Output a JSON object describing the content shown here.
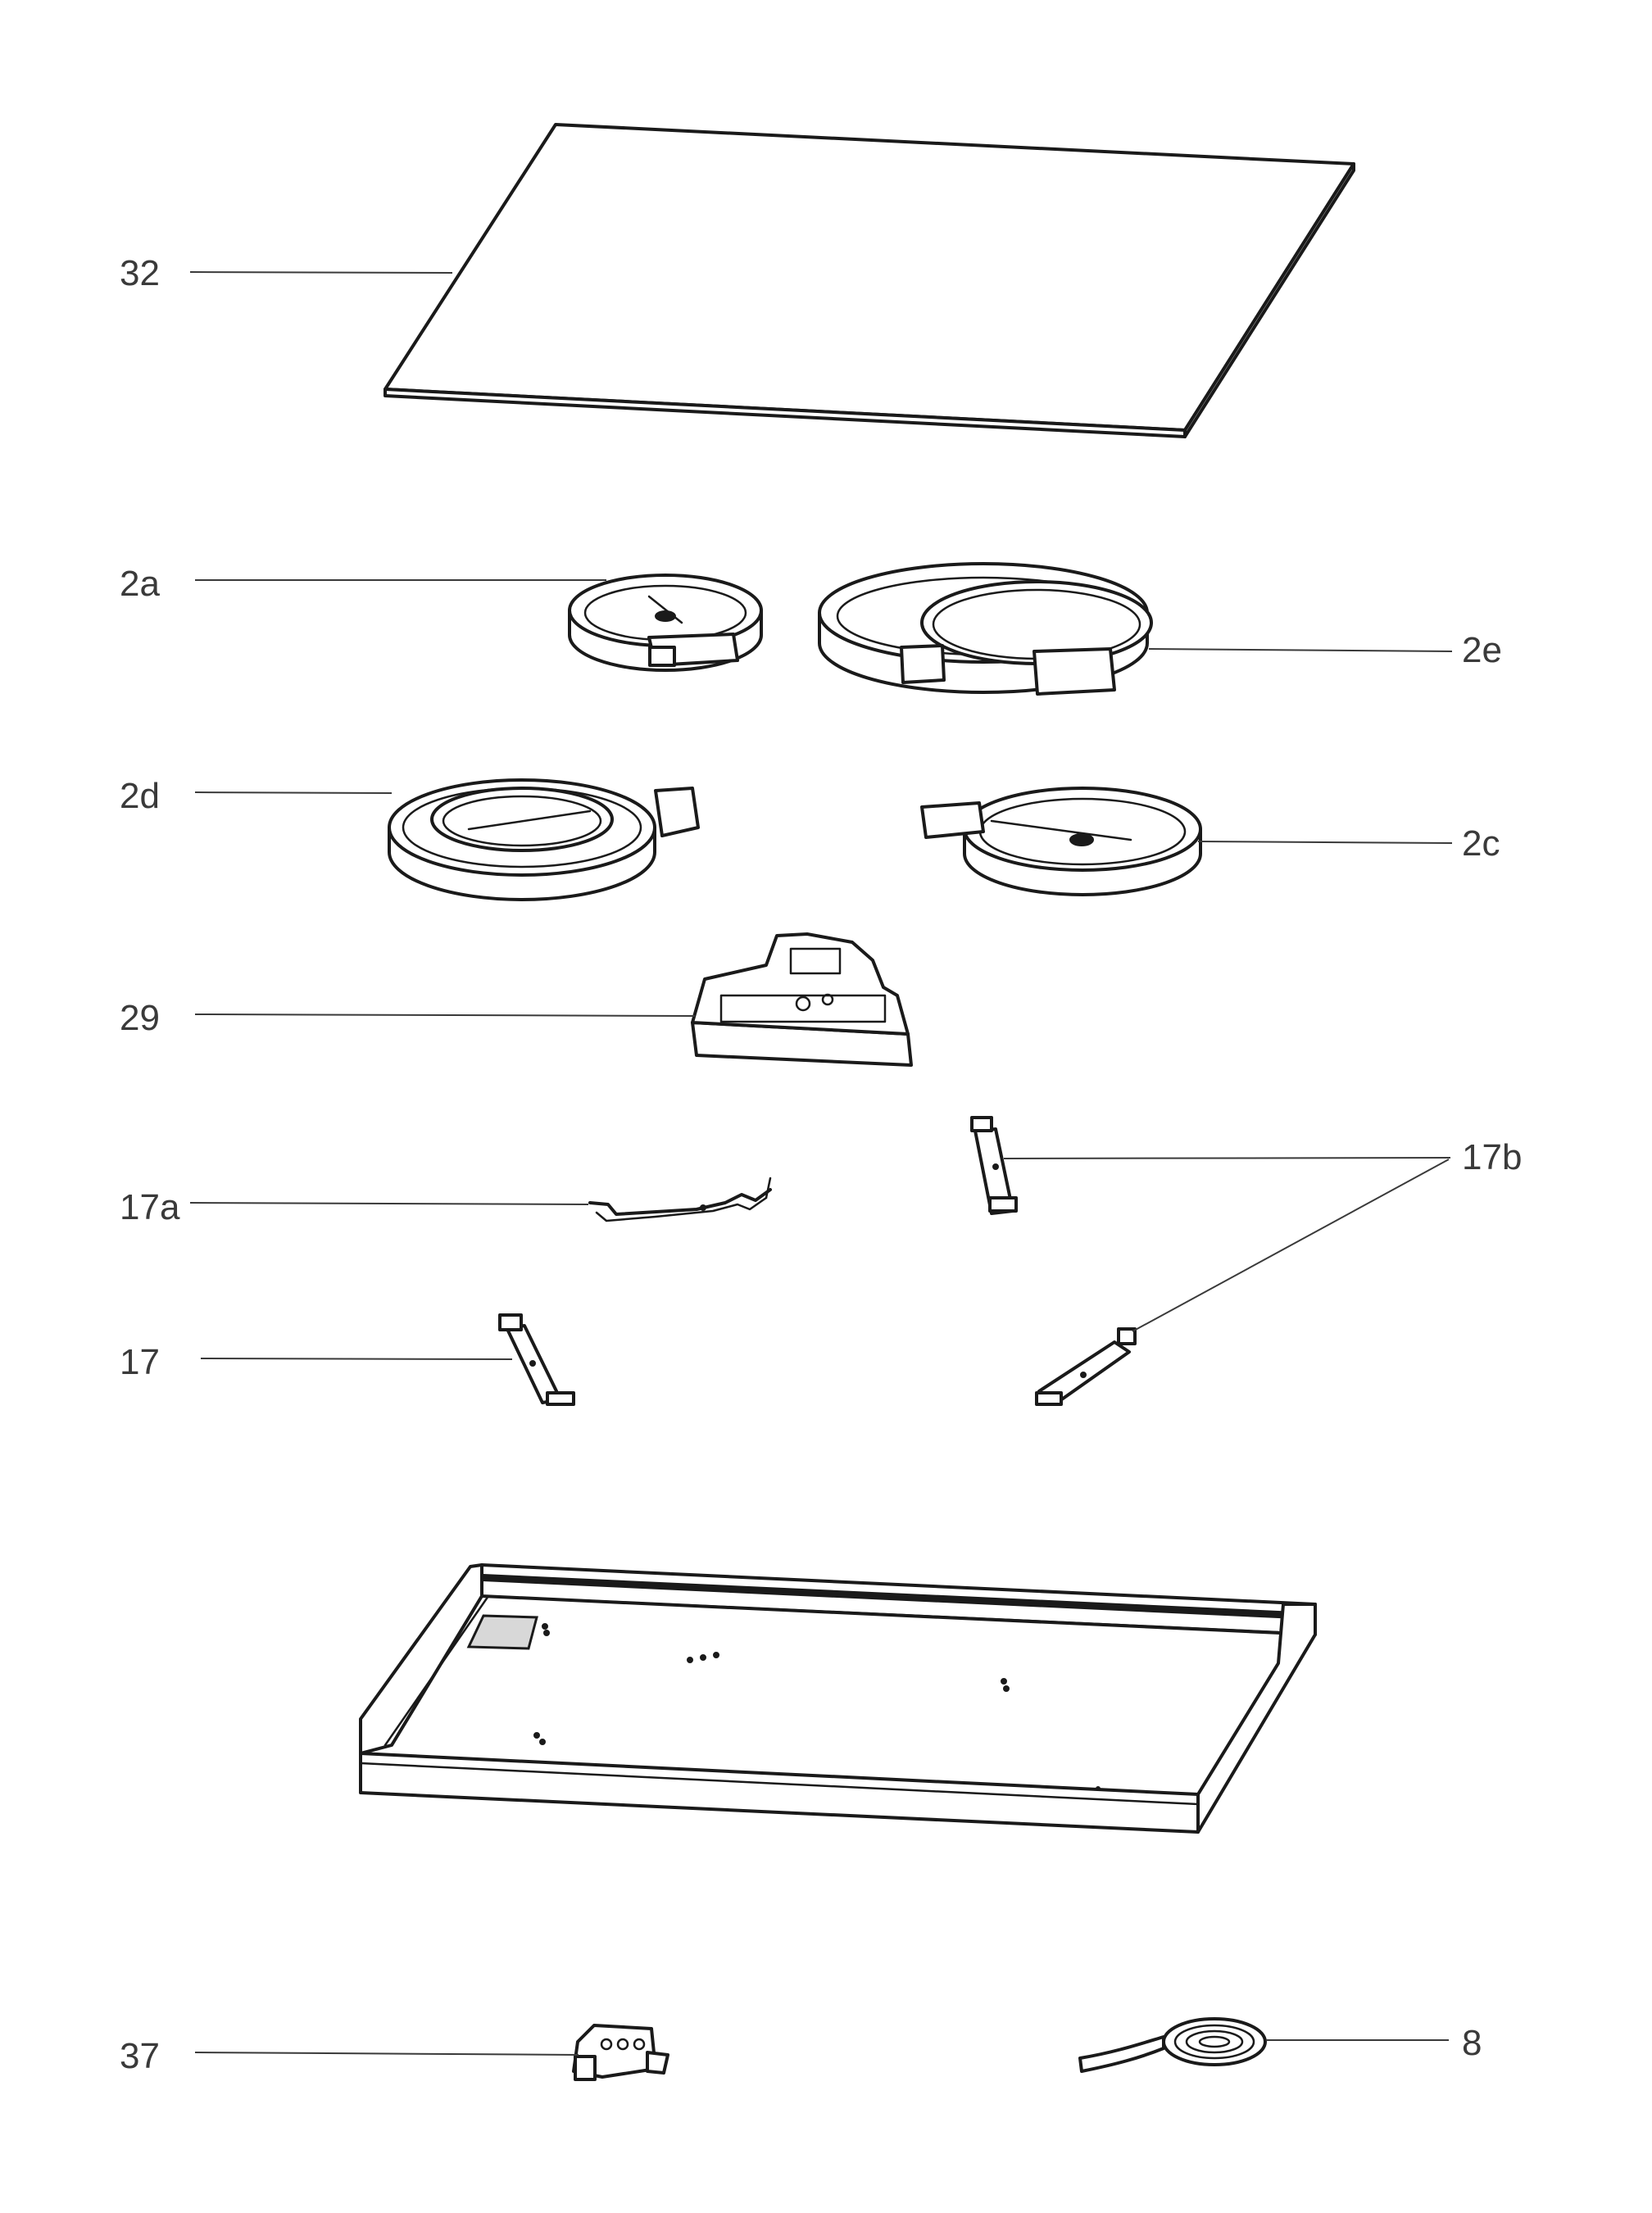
{
  "labels": {
    "glass_top": "32",
    "zone_small": "2a",
    "zone_oval": "2e",
    "zone_dual": "2d",
    "zone_medium": "2c",
    "control_module": "29",
    "bracket_a": "17a",
    "bracket_b": "17b",
    "bracket": "17",
    "terminal_block": "37",
    "seal_tape": "8"
  }
}
